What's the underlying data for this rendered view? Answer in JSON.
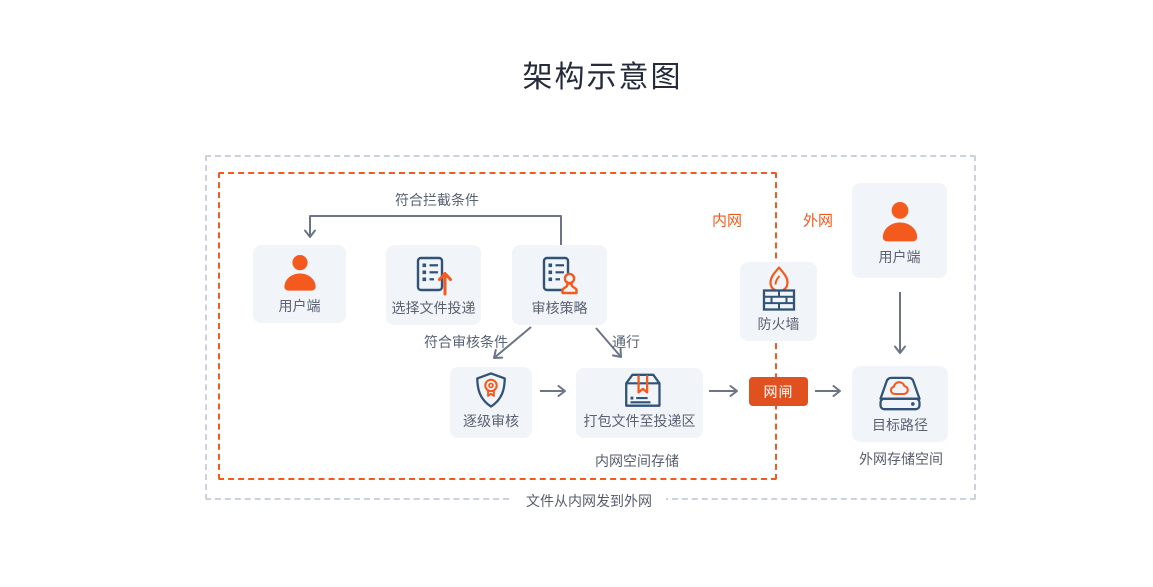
{
  "title": "架构示意图",
  "colors": {
    "accent_orange": "#F4591D",
    "gate_button_orange": "#E0511F",
    "icon_navy": "#305377",
    "title_color": "#252B3A",
    "label_gray": "#5A6272",
    "arrow_gray": "#6C7486",
    "node_background": "#F1F4F8",
    "outer_border_gray": "#CBD1E1"
  },
  "boundaries": {
    "outer_caption": "文件从内网发到外网",
    "intranet_label": "内网",
    "extranet_label": "外网"
  },
  "nodes": {
    "user_left": {
      "label": "用户端",
      "icon": "user-icon"
    },
    "select_file": {
      "label": "选择文件投递",
      "icon": "document-upload-icon"
    },
    "review_policy": {
      "label": "审核策略",
      "icon": "document-stamp-icon"
    },
    "step_review": {
      "label": "逐级审核",
      "icon": "shield-medal-icon"
    },
    "package_files": {
      "label": "打包文件至投递区",
      "icon": "package-box-icon"
    },
    "firewall": {
      "label": "防火墙",
      "icon": "firewall-flame-icon"
    },
    "gate": {
      "label": "网闸"
    },
    "target_path": {
      "label": "目标路径",
      "icon": "storage-drive-cloud-icon"
    },
    "user_right": {
      "label": "用户端",
      "icon": "user-icon"
    }
  },
  "edge_labels": {
    "intercept": "符合拦截条件",
    "review_ok": "符合审核条件",
    "pass": "通行"
  },
  "captions": {
    "intranet_storage": "内网空间存储",
    "extranet_storage": "外网存储空间"
  }
}
